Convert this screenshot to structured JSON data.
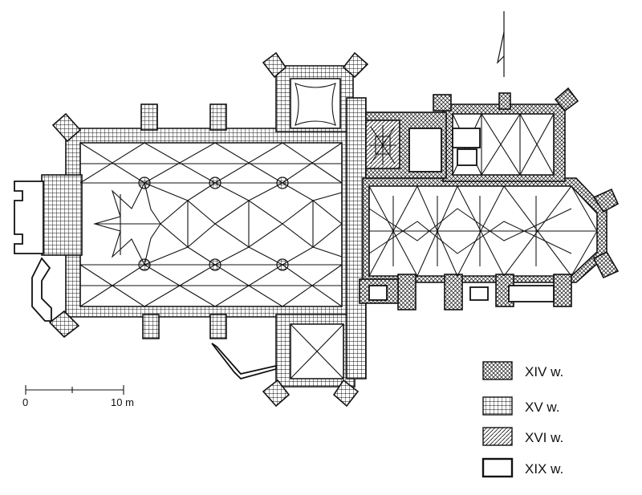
{
  "scale_bar": {
    "start_label": "0",
    "end_label": "10 m"
  },
  "legend": [
    {
      "label": "XIV w.",
      "pattern": "diagonal-crosshatch"
    },
    {
      "label": "XV w.",
      "pattern": "orthogonal-crosshatch"
    },
    {
      "label": "XVI w.",
      "pattern": "diagonal-hatch"
    },
    {
      "label": "XIX w.",
      "pattern": "blank"
    }
  ],
  "colors": {
    "ink": "#111111",
    "paper": "#ffffff"
  },
  "north_arrow": "north-arrow-icon"
}
